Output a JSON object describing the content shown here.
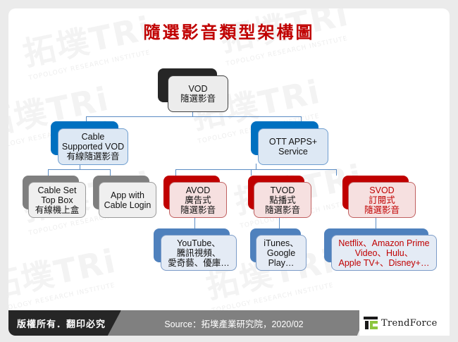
{
  "title": "隨選影音類型架構圖",
  "watermark": {
    "main": "拓墣TRi",
    "sub": "TOPOLOGY RESEARCH INSTITUTE"
  },
  "nodes": {
    "root": {
      "label": "VOD\n隨選影音"
    },
    "cable_vod": {
      "label": "Cable\nSupported VOD\n有線隨選影音"
    },
    "ott": {
      "label": "OTT APPS+\nService"
    },
    "cable_stb": {
      "label": "Cable Set\nTop Box\n有線機上盒"
    },
    "app_cable": {
      "label": "App with\nCable Login"
    },
    "avod": {
      "label": "AVOD\n廣告式\n隨選影音"
    },
    "tvod": {
      "label": "TVOD\n點播式\n隨選影音"
    },
    "svod": {
      "label": "SVOD\n訂閱式\n隨選影音"
    },
    "avod_examples": {
      "label": "YouTube、\n騰訊視頻、\n愛奇藝、優庫…"
    },
    "tvod_examples": {
      "label": "iTunes、\nGoogle\nPlay…"
    },
    "svod_examples": {
      "label": "Netflix、Amazon Prime\nVideo、Hulu、\nApple TV+、Disney+…"
    }
  },
  "colors": {
    "title": "#c00000",
    "root": "#262626",
    "level1": "#0070c0",
    "cable_children": "#7f7f7f",
    "ott_children": "#c00000",
    "examples": "#4f81bd",
    "connector": "#5b8cc4"
  },
  "footer": {
    "copyright": "版權所有．翻印必究",
    "source": "Source：拓墣產業研究院，2020/02",
    "brand": "TrendForce"
  }
}
